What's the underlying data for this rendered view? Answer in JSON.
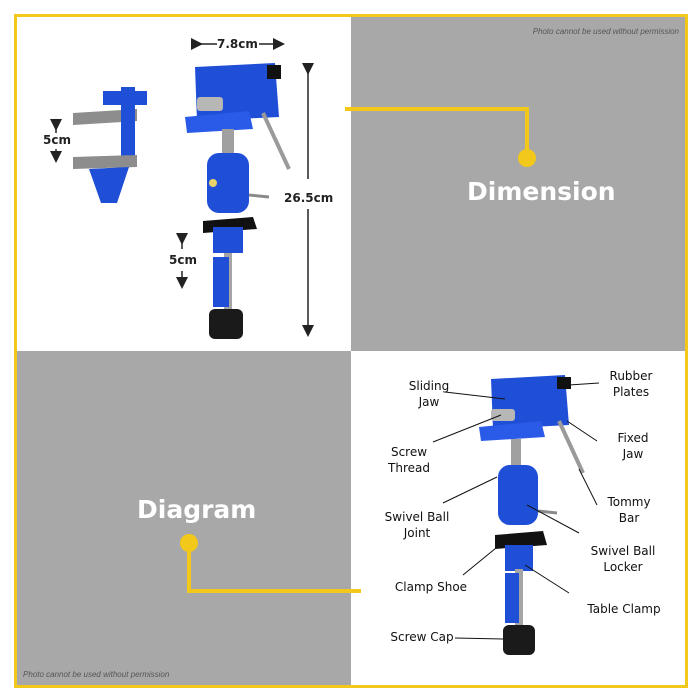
{
  "watermark_top": "Photo cannot be used without permission",
  "watermark_bottom": "Photo cannot be used without permission",
  "dimension_section": {
    "title": "Dimension",
    "width_label": "7.8cm",
    "height_label": "26.5cm",
    "jaw_opening_label": "5cm",
    "clamp_opening_label": "5cm"
  },
  "diagram_section": {
    "title": "Diagram",
    "parts": {
      "sliding_jaw": "Sliding\nJaw",
      "rubber_plates": "Rubber\nPlates",
      "screw_thread": "Screw\nThread",
      "fixed_jaw": "Fixed\nJaw",
      "tommy_bar": "Tommy\nBar",
      "swivel_ball_joint": "Swivel Ball\nJoint",
      "swivel_ball_locker": "Swivel Ball\nLocker",
      "clamp_shoe": "Clamp Shoe",
      "table_clamp": "Table Clamp",
      "screw_cap": "Screw Cap"
    }
  },
  "colors": {
    "accent_yellow": "#f2c81a",
    "vise_blue": "#1f4fd6",
    "panel_gray": "#a8a8a8"
  }
}
